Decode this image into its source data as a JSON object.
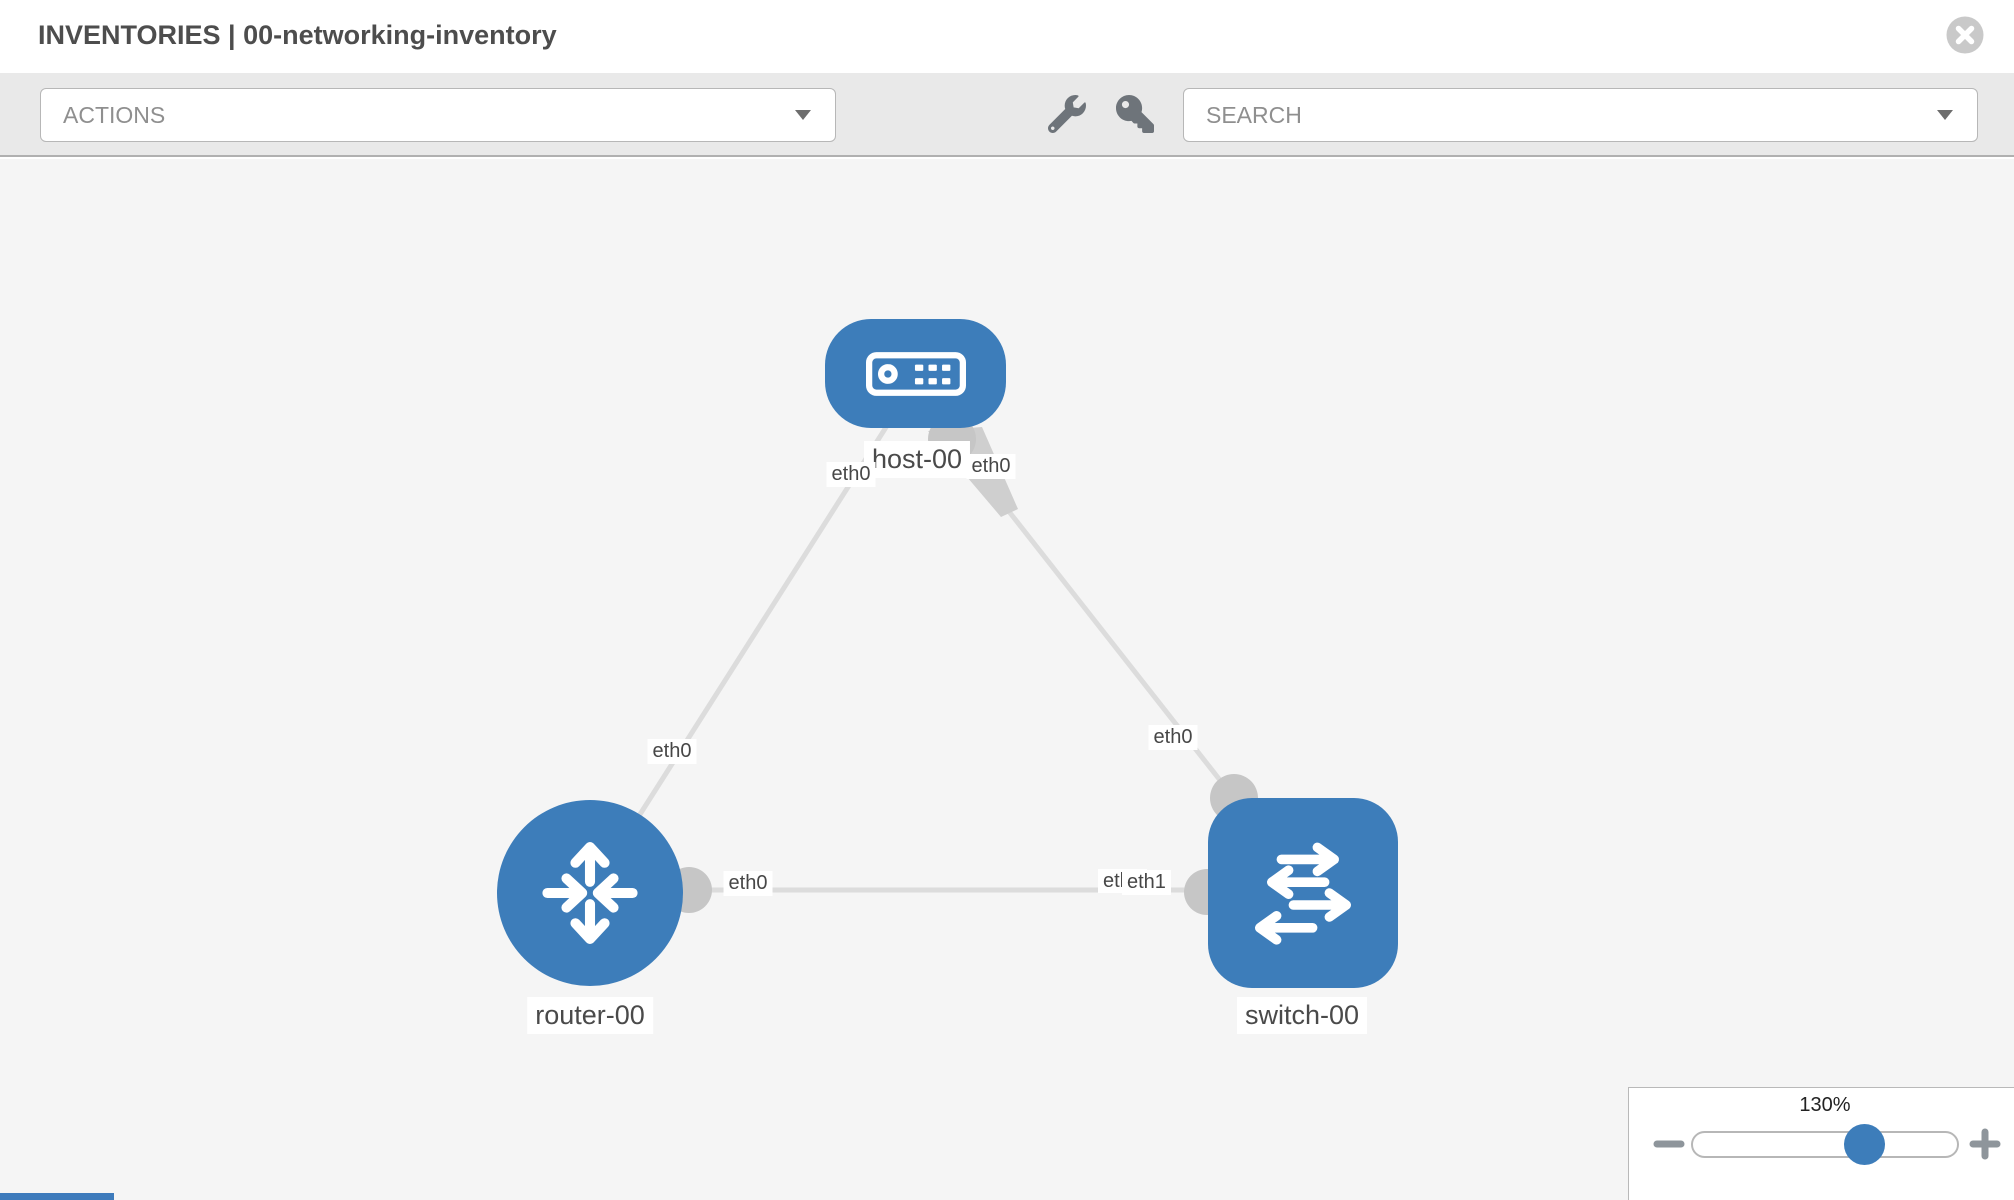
{
  "colors": {
    "node_blue": "#3d7dba",
    "canvas_bg": "#f5f5f5",
    "toolbar_bg": "#e9e9e9",
    "link_gray": "#dcdcdc",
    "connector_gray": "#c6c6c6",
    "label_text": "#4a4a4a"
  },
  "header": {
    "title": "INVENTORIES | 00-networking-inventory",
    "close_icon": "circle-x"
  },
  "toolbar": {
    "actions_label": "ACTIONS",
    "search_label": "SEARCH",
    "wrench_icon": "wrench",
    "key_icon": "key"
  },
  "topology": {
    "nodes": [
      {
        "id": "host-00",
        "kind": "host",
        "label": "host-00"
      },
      {
        "id": "router-00",
        "kind": "router",
        "label": "router-00"
      },
      {
        "id": "switch-00",
        "kind": "switch",
        "label": "switch-00"
      }
    ],
    "links": [
      {
        "from": "router-00",
        "to": "host-00",
        "from_if": "eth0",
        "to_if": "eth0"
      },
      {
        "from": "switch-00",
        "to": "host-00",
        "from_if": "eth0",
        "to_if": "eth0"
      },
      {
        "from": "router-00",
        "to": "switch-00",
        "from_if": "eth0",
        "to_if": "eth1"
      }
    ],
    "interface_labels": {
      "host_left": "eth0",
      "host_right": "eth0",
      "router_link": "eth0",
      "router_switch_router_side": "eth0",
      "switch_top": "eth0",
      "switch_mid_under": "eth0",
      "switch_mid_over": "eth1"
    }
  },
  "zoom_control": {
    "level": "130%",
    "minus_icon": "minus",
    "plus_icon": "plus"
  }
}
